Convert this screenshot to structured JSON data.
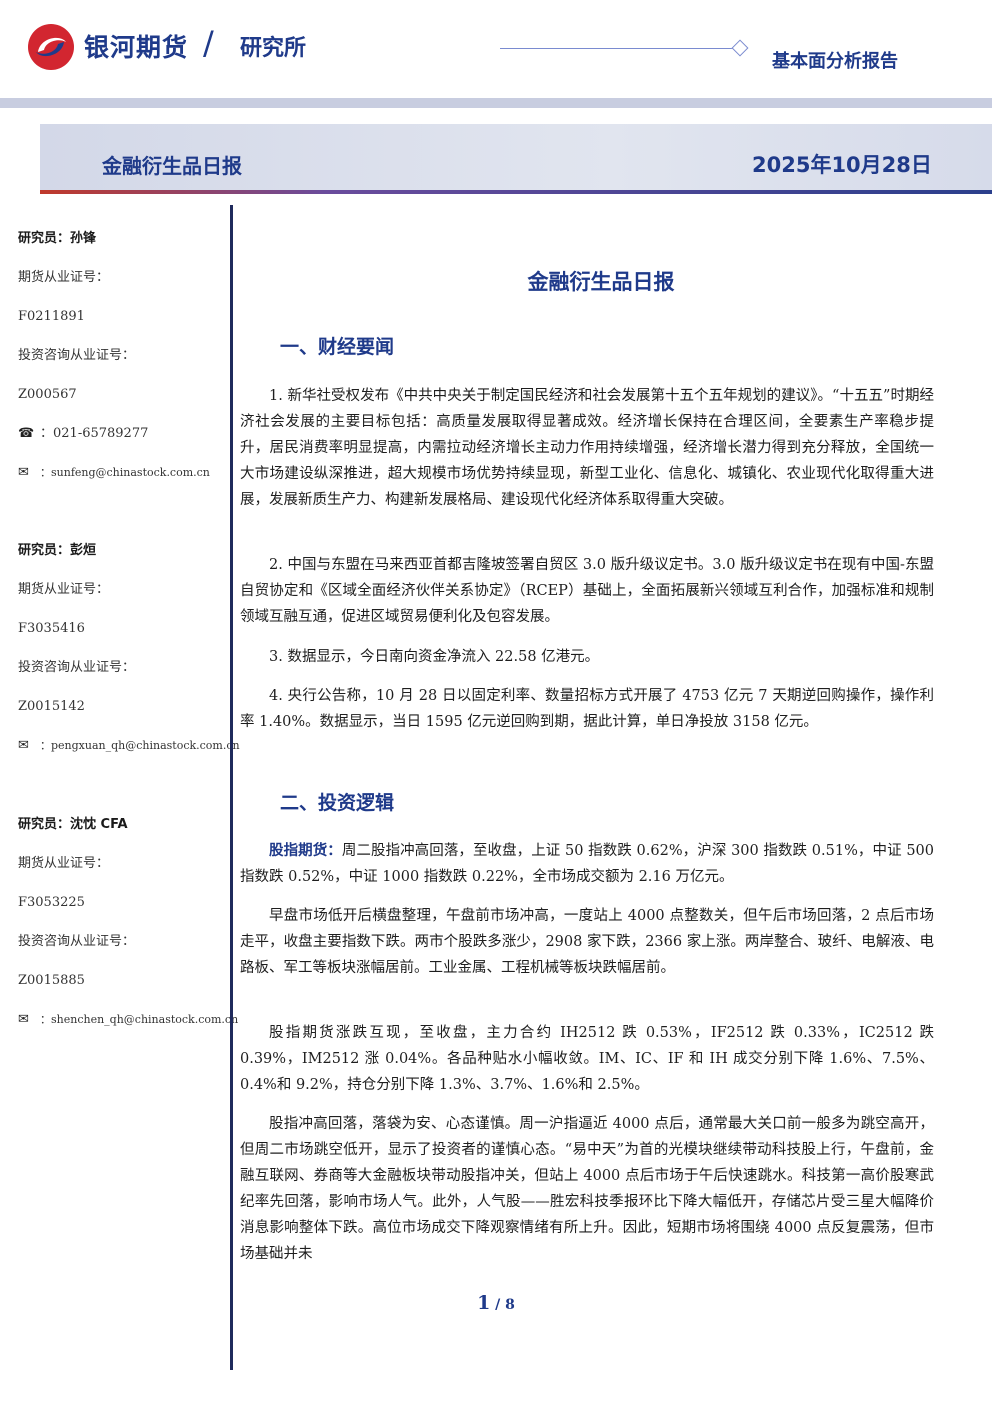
{
  "header": {
    "brand": "银河期货",
    "slash": "/",
    "institute": "研究所",
    "report_type": "基本面分析报告"
  },
  "banner": {
    "title": "金融衍生品日报",
    "date": "2025年10月28日"
  },
  "sidebar": {
    "analysts": [
      {
        "name": "研究员：孙锋",
        "futures_label": "期货从业证号：",
        "futures_no": "F0211891",
        "advisory_label": "投资咨询从业证号：",
        "advisory_no": "Z000567",
        "phone": "：021-65789277",
        "email": "：sunfeng@chinastock.com.cn"
      },
      {
        "name": "研究员：彭烜",
        "futures_label": "期货从业证号：",
        "futures_no": "F3035416",
        "advisory_label": "投资咨询从业证号：",
        "advisory_no": "Z0015142",
        "email": "：pengxuan_qh@chinastock.com.cn"
      },
      {
        "name": "研究员：沈忱  CFA",
        "futures_label": "期货从业证号：",
        "futures_no": "F3053225",
        "advisory_label": "投资咨询从业证号：",
        "advisory_no": "Z0015885",
        "email": "：shenchen_qh@chinastock.com.cn"
      }
    ]
  },
  "main": {
    "title": "金融衍生品日报",
    "section1": {
      "title": "一、财经要闻",
      "items": [
        "1. 新华社受权发布《中共中央关于制定国民经济和社会发展第十五个五年规划的建议》。“十五五”时期经济社会发展的主要目标包括：高质量发展取得显著成效。经济增长保持在合理区间，全要素生产率稳步提升，居民消费率明显提高，内需拉动经济增长主动力作用持续增强，经济增长潜力得到充分释放，全国统一大市场建设纵深推进，超大规模市场优势持续显现，新型工业化、信息化、城镇化、农业现代化取得重大进展，发展新质生产力、构建新发展格局、建设现代化经济体系取得重大突破。",
        "2. 中国与东盟在马来西亚首都吉隆坡签署自贸区 3.0 版升级议定书。3.0 版升级议定书在现有中国-东盟自贸协定和《区域全面经济伙伴关系协定》（RCEP）基础上，全面拓展新兴领域互利合作，加强标准和规制领域互融互通，促进区域贸易便利化及包容发展。",
        "3. 数据显示，今日南向资金净流入 22.58 亿港元。",
        "4. 央行公告称，10 月 28 日以固定利率、数量招标方式开展了 4753 亿元 7 天期逆回购操作，操作利率 1.40%。数据显示，当日 1595 亿元逆回购到期，据此计算，单日净投放 3158 亿元。"
      ]
    },
    "section2": {
      "title": "二、投资逻辑",
      "lead_label": "股指期货：",
      "lead_text": "周二股指冲高回落，至收盘，上证 50 指数跌 0.62%，沪深 300 指数跌 0.51%，中证 500 指数跌 0.52%，中证 1000 指数跌 0.22%，全市场成交额为 2.16 万亿元。",
      "paras": [
        "早盘市场低开后横盘整理，午盘前市场冲高，一度站上 4000 点整数关，但午后市场回落，2 点后市场走平，收盘主要指数下跌。两市个股跌多涨少，2908 家下跌，2366 家上涨。两岸整合、玻纤、电解液、电路板、军工等板块涨幅居前。工业金属、工程机械等板块跌幅居前。",
        "股指期货涨跌互现，至收盘，主力合约 IH2512 跌 0.53%，IF2512 跌 0.33%，IC2512 跌 0.39%，IM2512 涨 0.04%。各品种贴水小幅收敛。IM、IC、IF 和 IH 成交分别下降 1.6%、7.5%、0.4%和 9.2%，持仓分别下降 1.3%、3.7%、1.6%和 2.5%。",
        "股指冲高回落，落袋为安、心态谨慎。周一沪指逼近 4000 点后，通常最大关口前一般多为跳空高开，但周二市场跳空低开，显示了投资者的谨慎心态。“易中天”为首的光模块继续带动科技股上行，午盘前，金融互联网、券商等大金融板块带动股指冲关，但站上 4000 点后市场于午后快速跳水。科技第一高价股寒武纪率先回落，影响市场人气。此外，人气股——胜宏科技季报环比下降大幅低开，存储芯片受三星大幅降价消息影响整体下跌。高位市场成交下降观察情绪有所上升。因此，短期市场将围绕 4000 点反复震荡，但市场基础并未"
      ]
    }
  },
  "footer": {
    "page": "1",
    "sep_total": " / 8"
  },
  "colors": {
    "brand_blue": "#1f3a8a",
    "logo_red": "#d22630",
    "banner_bg": "#d3d8e8"
  }
}
